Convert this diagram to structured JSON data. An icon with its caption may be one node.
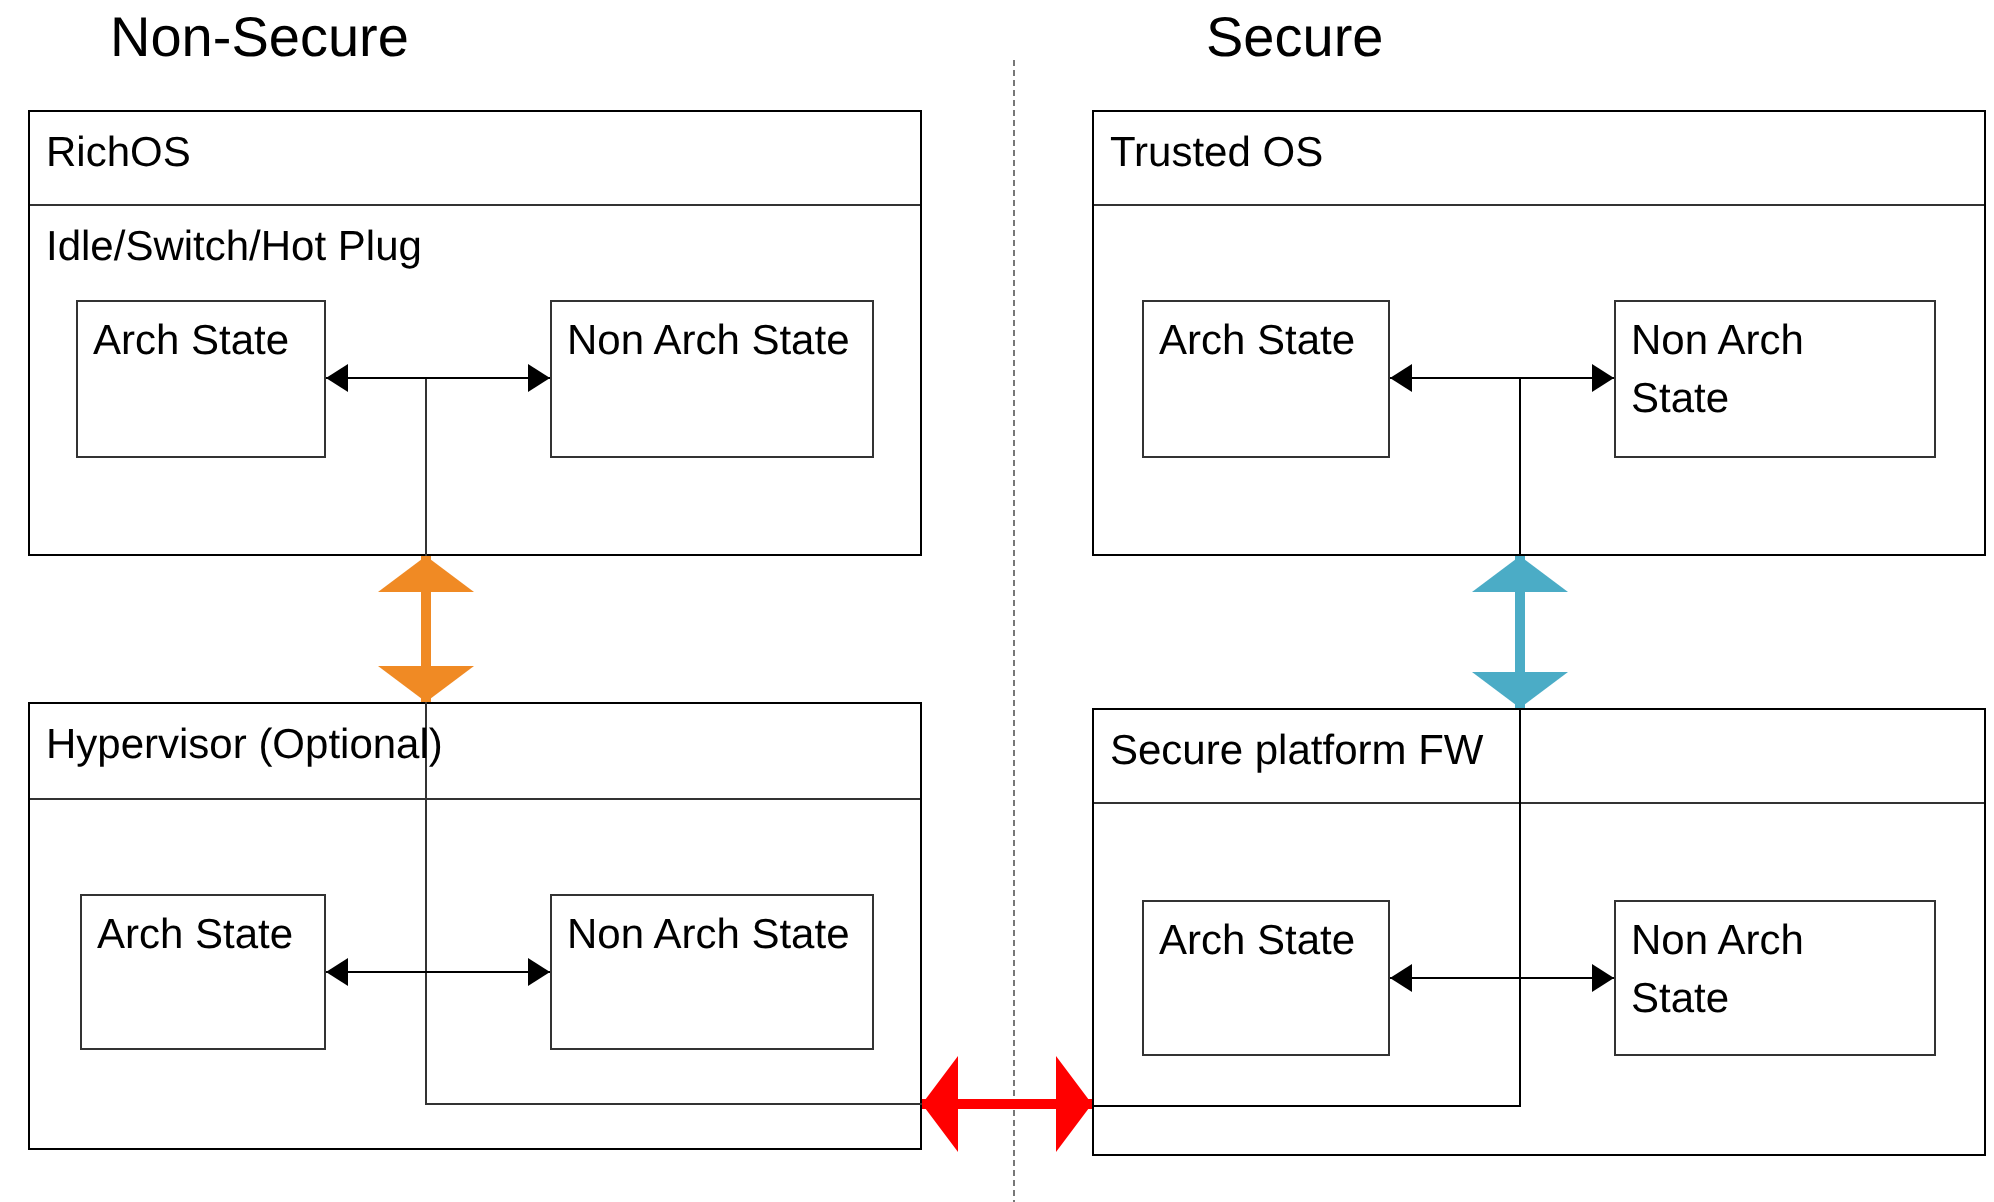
{
  "diagram": {
    "nodes": [
      {
        "text": [
          "RichOS",
          "Idle/Switch/Hot Plug"
        ]
      },
      {
        "text": [
          "Arch State"
        ],
        "in": 0
      },
      {
        "text": [
          "Non Arch State"
        ],
        "in": 0
      },
      {
        "text": [
          "Hypervisor (Optional)"
        ]
      },
      {
        "text": [
          "Arch State"
        ],
        "in": 3
      },
      {
        "text": [
          "Non Arch State"
        ],
        "in": 3
      },
      {
        "text": [
          "Trusted OS"
        ]
      },
      {
        "text": [
          "Arch State"
        ],
        "in": 6
      },
      {
        "text": [
          "Non Arch State"
        ],
        "in": 6
      },
      {
        "text": [
          "Secure platform FW"
        ]
      },
      {
        "text": [
          "Arch State"
        ],
        "in": 9
      },
      {
        "text": [
          "Non Arch State"
        ],
        "in": 9
      }
    ],
    "edges": [
      {
        "from": 1,
        "to": 2,
        "arrow": "both"
      },
      {
        "from": 4,
        "to": 5,
        "arrow": "both"
      },
      {
        "from": 7,
        "to": 8,
        "arrow": "both"
      },
      {
        "from": 10,
        "to": 11,
        "arrow": "both"
      },
      {
        "from": 0,
        "to": 3,
        "arrow": "both",
        "style": "thick",
        "color": "#f08a24"
      },
      {
        "from": 6,
        "to": 9,
        "arrow": "both",
        "style": "thick",
        "color": "#4bacc6"
      },
      {
        "from": 3,
        "to": 9,
        "arrow": "both",
        "style": "thick",
        "color": "#ff0000"
      }
    ],
    "labels": [
      "Non-Secure",
      "Secure"
    ]
  }
}
